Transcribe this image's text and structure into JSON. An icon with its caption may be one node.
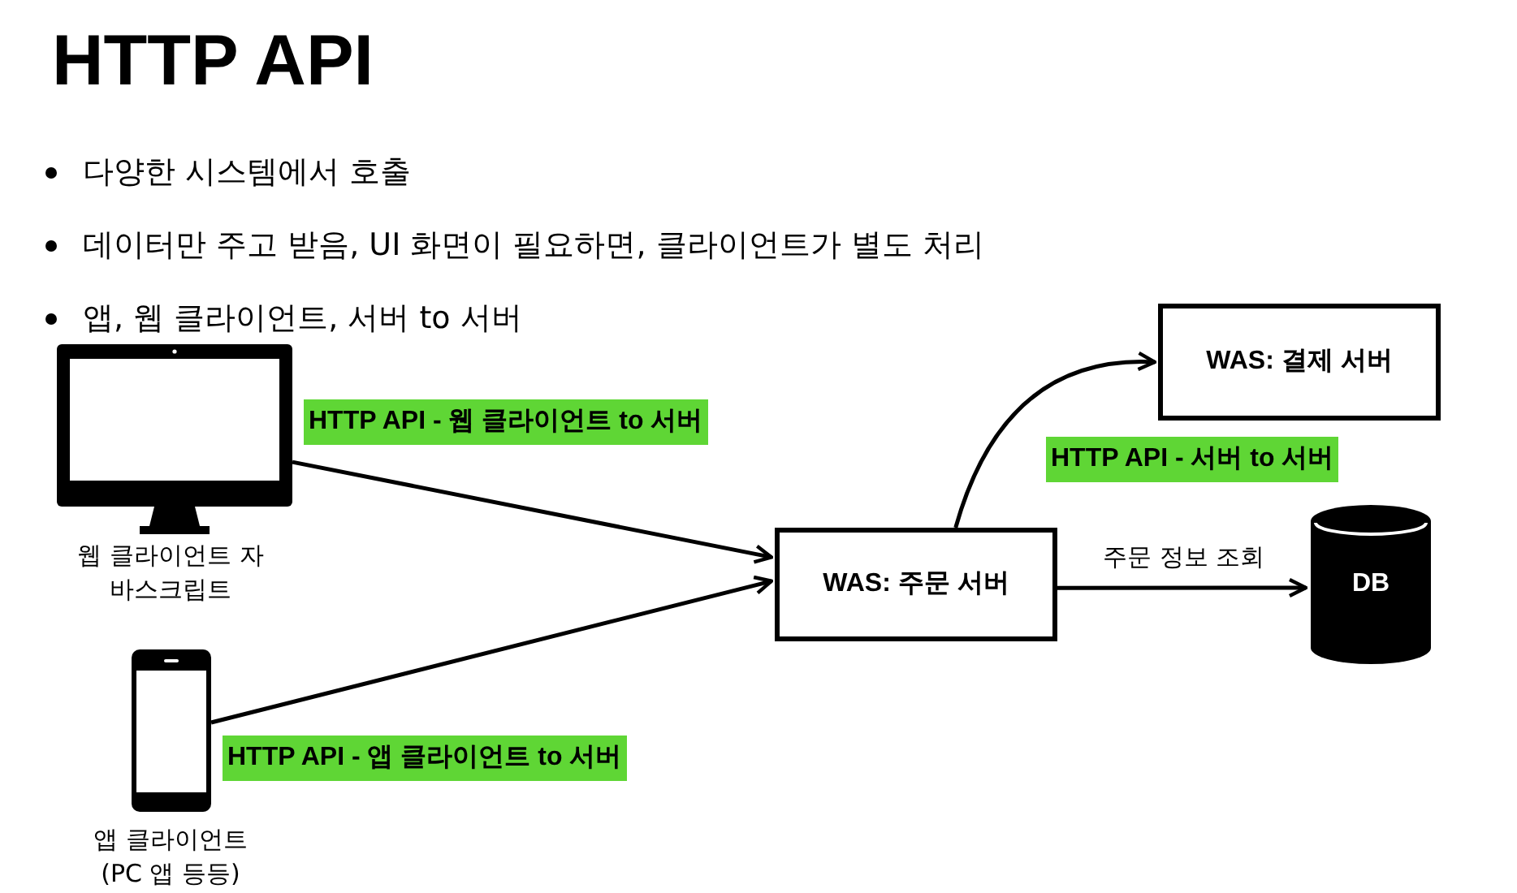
{
  "diagram": {
    "title": "HTTP API",
    "nodes": [
      {
        "text": [],
        "shape": "picture",
        "beside": [
          "웹 클라이언트 자바스크립트"
        ]
      },
      {
        "text": [],
        "shape": "picture",
        "beside": [
          "앱 클라이언트 (PC 앱 등등)"
        ]
      },
      {
        "text": [
          "WAS: 주문 서버"
        ]
      },
      {
        "text": [
          "WAS: 결제 서버"
        ]
      },
      {
        "text": [
          "DB"
        ]
      }
    ],
    "edges": [
      {
        "from": 0,
        "to": 2,
        "arrow": "to",
        "label": "HTTP API - 웹 클라이언트 to 서버"
      },
      {
        "from": 1,
        "to": 2,
        "arrow": "to",
        "label": "HTTP API - 앱 클라이언트 to 서버"
      },
      {
        "from": 2,
        "to": 3,
        "arrow": "to",
        "label": "HTTP API - 서버 to 서버"
      },
      {
        "from": 2,
        "to": 4,
        "arrow": "to",
        "label": "주문 정보 조회"
      }
    ],
    "labels": [
      "다양한 시스템에서 호출",
      "데이터만 주고 받음, UI 화면이 필요하면, 클라이언트가 별도 처리",
      "앱, 웹 클라이언트, 서버 to 서버"
    ]
  }
}
